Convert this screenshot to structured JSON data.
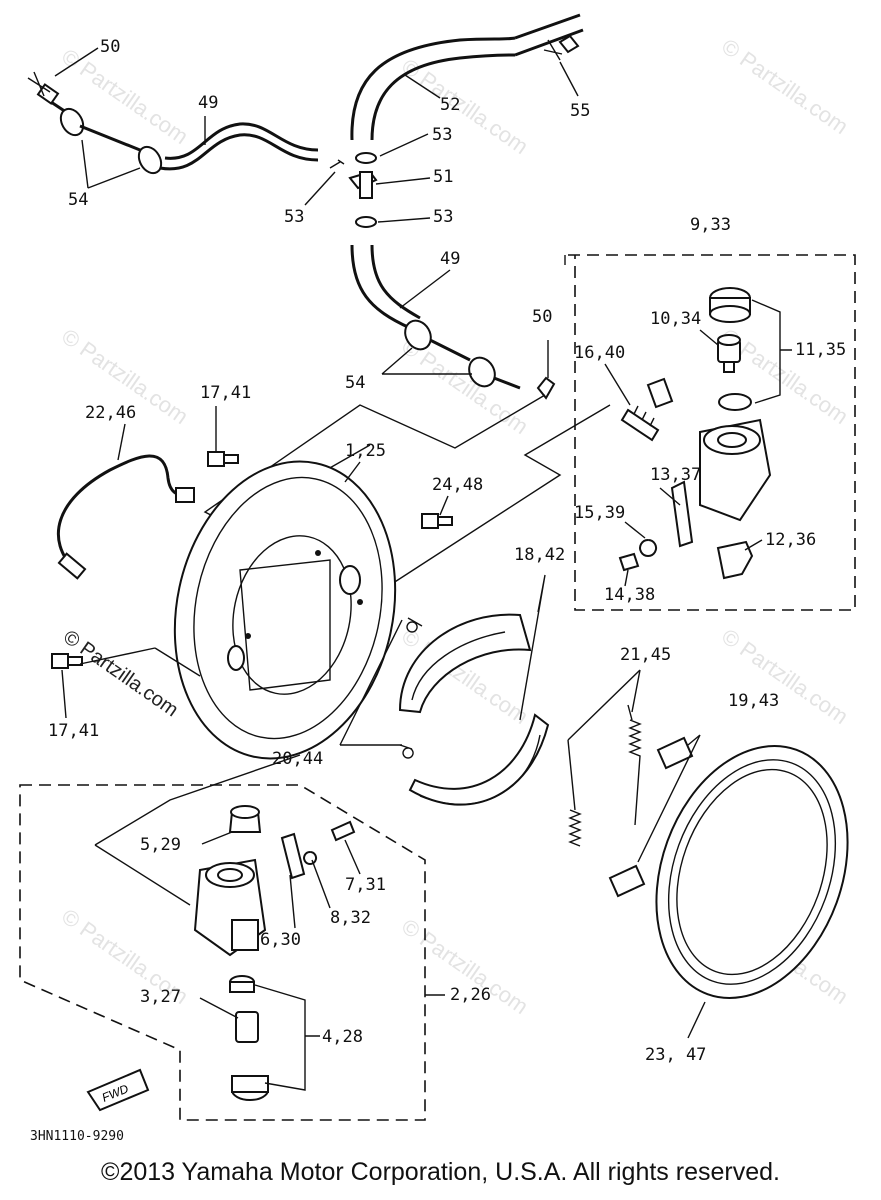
{
  "callouts": {
    "c50a": "50",
    "c49a": "49",
    "c54a": "54",
    "c52": "52",
    "c55": "55",
    "c53a": "53",
    "c51": "51",
    "c53b": "53",
    "c53c": "53",
    "c49b": "49",
    "c9_33": "9,33",
    "c50b": "50",
    "c10_34": "10,34",
    "c11_35": "11,35",
    "c16_40": "16,40",
    "c54b": "54",
    "c22_46": "22,46",
    "c17_41a": "17,41",
    "c1_25": "1,25",
    "c24_48": "24,48",
    "c13_37": "13,37",
    "c15_39": "15,39",
    "c12_36": "12,36",
    "c14_38": "14,38",
    "c18_42": "18,42",
    "c21_45": "21,45",
    "c17_41b": "17,41",
    "c19_43": "19,43",
    "c20_44": "20,44",
    "c5_29": "5,29",
    "c7_31": "7,31",
    "c8_32": "8,32",
    "c6_30": "6,30",
    "c2_26": "2,26",
    "c3_27": "3,27",
    "c4_28": "4,28",
    "c23_47": "23, 47"
  },
  "watermarks": {
    "site": "© Partzilla.com"
  },
  "fwd_label": "FWD",
  "diagram_code": "3HN1110-9290",
  "copyright": "©2013 Yamaha Motor Corporation, U.S.A. All rights reserved."
}
